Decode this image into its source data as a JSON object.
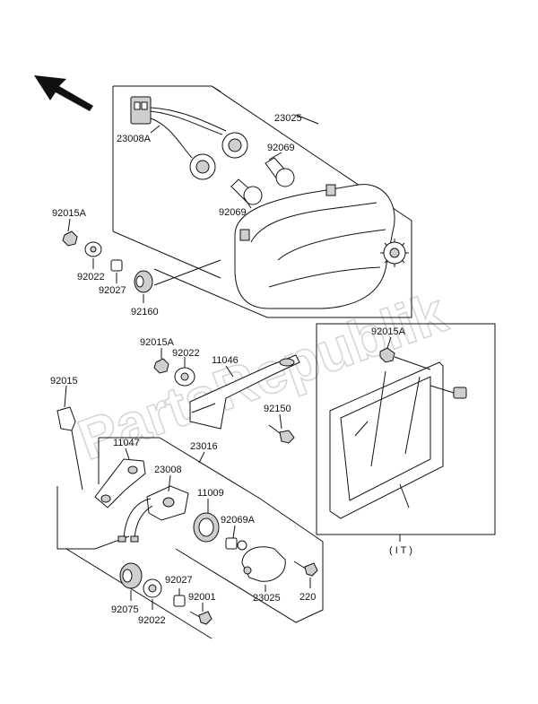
{
  "watermark": "PartsRepublik",
  "labels": {
    "p23025_a": "23025",
    "p23008A": "23008A",
    "p92069_a": "92069",
    "p92069_b": "92069",
    "p92015A_a": "92015A",
    "p92022_a": "92022",
    "p92027_a": "92027",
    "p92160": "92160",
    "p92015A_b": "92015A",
    "p92022_b": "92022",
    "p11046": "11046",
    "p92015_c": "92015",
    "p92150": "92150",
    "p92015A_c": "92015A",
    "p11047": "11047",
    "p23016": "23016",
    "p23008": "23008",
    "p11009": "11009",
    "p92069A": "92069A",
    "p92027_b": "92027",
    "p92001": "92001",
    "p92075": "92075",
    "p92022_c": "92022",
    "p23025_b": "23025",
    "p220": "220",
    "p_it": "( I T )"
  }
}
